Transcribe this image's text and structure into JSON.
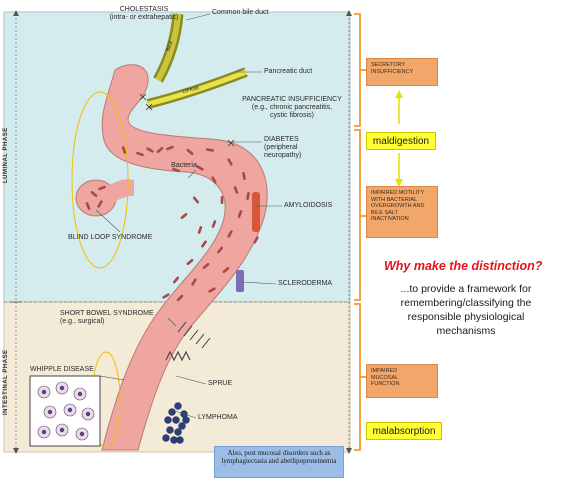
{
  "phases": {
    "luminal": "LUMINAL PHASE",
    "intestinal": "INTESTINAL PHASE"
  },
  "labels": {
    "cholestasis": "CHOLESTASIS\n(intra- or extrahepatic)",
    "common_bile_duct": "Common bile duct",
    "pancreatic_duct": "Pancreatic duct",
    "pancreatic_insufficiency": "PANCREATIC INSUFFICIENCY\n(e.g., chronic pancreatitis,\ncystic fibrosis)",
    "diabetes": "DIABETES\n(peripheral\nneuropathy)",
    "bacteria": "Bacteria",
    "amyloidosis": "AMYLOIDOSIS",
    "blind_loop": "BLIND LOOP SYNDROME",
    "scleroderma": "SCLERODERMA",
    "short_bowel": "SHORT BOWEL SYNDROME\n(e.g., surgical)",
    "whipple": "WHIPPLE DISEASE",
    "sprue": "SPRUE",
    "lymphoma": "LYMPHOMA",
    "bile_tag": "BILE",
    "lipase_tag": "LIPASE"
  },
  "boxes": {
    "secretory": "SECRETORY\nINSUFFICIENCY",
    "motility": "IMPAIRED MOTILITY\nWITH BACTERIAL\nOVERGROWTH AND\nBILE SALT\nINACTIVATION",
    "mucosal": "IMPAIRED\nMUCOSAL\nFUNCTION"
  },
  "tags": {
    "maldigestion": "maldigestion",
    "malabsorption": "malabsorption"
  },
  "question": "Why make  the distinction?",
  "explanation": "...to provide a framework for\nremembering/classifying the\nresponsible  physiological\nmechanisms",
  "note": "Also, post mucosal disorders such as lymphagiectasia and abetlipoproteinemia",
  "colors": {
    "luminal_bg": "#d5ecee",
    "intestinal_bg": "#f3ead8",
    "intestine": "#f0a6a0",
    "bracket": "#f29a2e",
    "arrow": "#e8e000"
  }
}
